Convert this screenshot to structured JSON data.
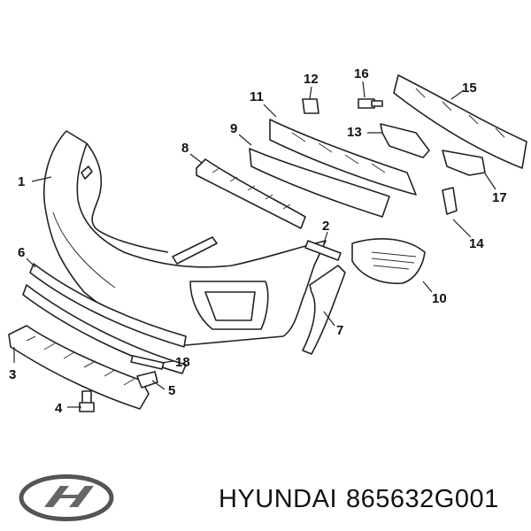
{
  "callouts": [
    "1",
    "2",
    "3",
    "4",
    "5",
    "6",
    "7",
    "8",
    "9",
    "10",
    "11",
    "12",
    "13",
    "14",
    "15",
    "16",
    "17",
    "18"
  ],
  "caption": {
    "brand": "HYUNDAI",
    "part_number": "865632G001"
  },
  "logo": {
    "icon": "hyundai-logo-icon"
  }
}
